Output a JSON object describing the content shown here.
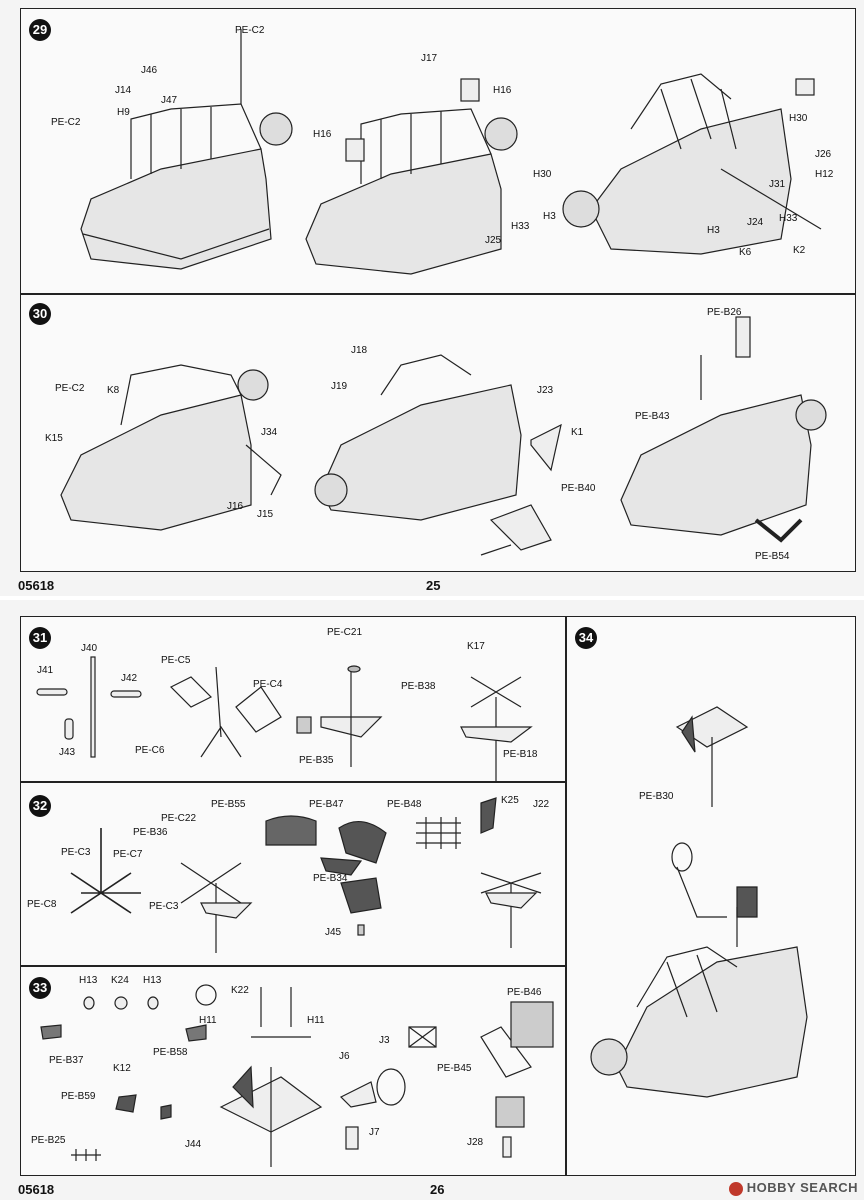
{
  "top_page": {
    "code": "05618",
    "page_number": "25",
    "steps": {
      "s29": {
        "num": "29",
        "labels": [
          "PE-C2",
          "J46",
          "J14",
          "J47",
          "H9",
          "PE-C2",
          "J17",
          "H16",
          "H16",
          "H30",
          "H30",
          "J26",
          "H12",
          "J31",
          "H3",
          "J25",
          "H33",
          "H3",
          "J24",
          "H33",
          "K6",
          "K2"
        ]
      },
      "s30": {
        "num": "30",
        "labels": [
          "PE-C2",
          "K8",
          "K15",
          "J34",
          "J16",
          "J15",
          "J18",
          "J19",
          "J23",
          "K1",
          "PE-B40",
          "PE-B26",
          "PE-B43",
          "PE-B54"
        ]
      }
    }
  },
  "bottom_page": {
    "code": "05618",
    "page_number": "26",
    "steps": {
      "s31": {
        "num": "31",
        "labels": [
          "J40",
          "J41",
          "J42",
          "J43",
          "PE-C5",
          "PE-C4",
          "PE-C6",
          "PE-C21",
          "PE-B38",
          "PE-B35",
          "K17",
          "PE-B18"
        ]
      },
      "s32": {
        "num": "32",
        "labels": [
          "PE-C22",
          "PE-B55",
          "PE-B36",
          "PE-C3",
          "PE-C7",
          "PE-C8",
          "PE-C3",
          "PE-B47",
          "PE-B48",
          "PE-B34",
          "J45",
          "K25",
          "J22"
        ]
      },
      "s33": {
        "num": "33",
        "labels": [
          "H13",
          "K24",
          "H13",
          "K22",
          "H11",
          "H11",
          "PE-B37",
          "PE-B58",
          "K12",
          "PE-B59",
          "PE-B25",
          "J44",
          "J3",
          "J6",
          "J7",
          "PE-B46",
          "PE-B45",
          "J28"
        ]
      },
      "s34": {
        "num": "34",
        "labels": [
          "PE-B30"
        ]
      }
    }
  },
  "watermark": {
    "brand": "HOBBY SEARCH"
  }
}
